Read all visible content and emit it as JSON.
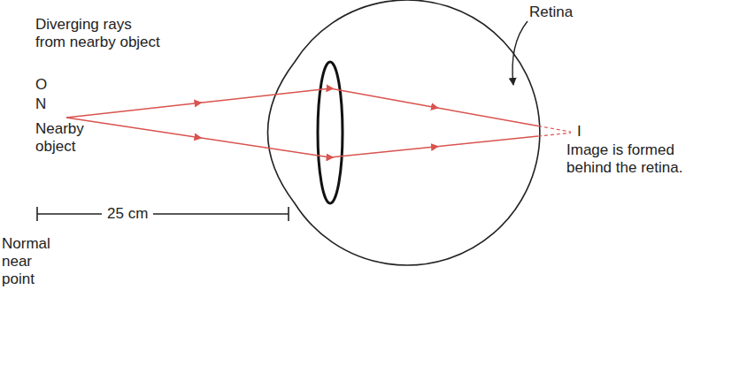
{
  "diagram": {
    "labels": [
      "Diverging rays from nearby object",
      "Retina",
      "O",
      "N",
      "Nearby object",
      "I",
      "Image is formed behind the retina.",
      "25 cm",
      "Normal near point"
    ]
  }
}
